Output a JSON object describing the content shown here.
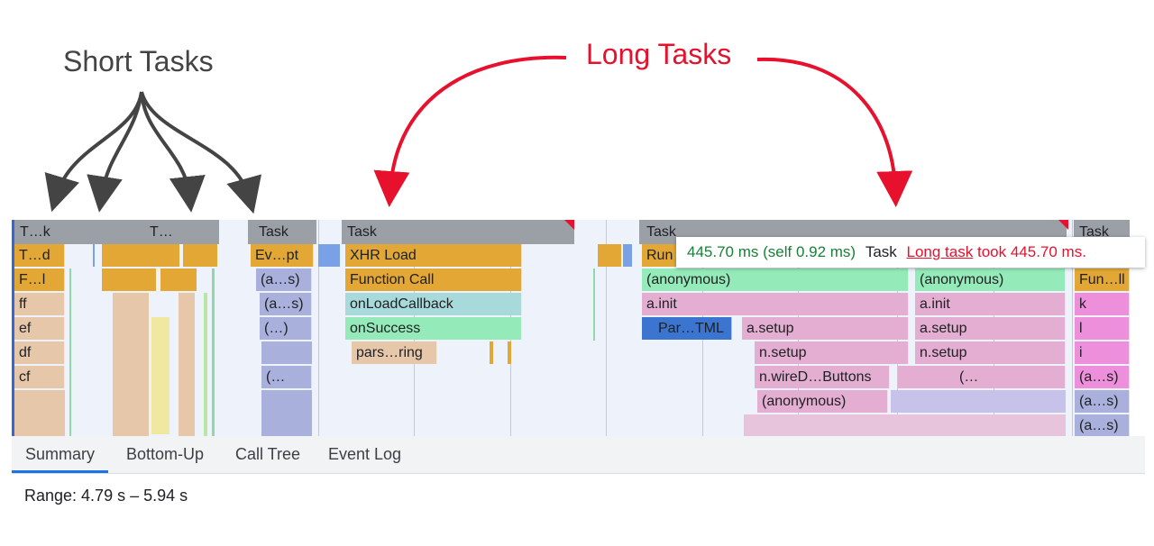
{
  "annotations": {
    "short_tasks": "Short Tasks",
    "long_tasks": "Long Tasks",
    "short_color": "#444444",
    "long_color": "#e8112d"
  },
  "flame": {
    "task_labels": [
      "T…k",
      "T…",
      "Task",
      "Task",
      "Task",
      "Task"
    ],
    "row_labels": [
      "T…d",
      "F…l",
      "ff",
      "ef",
      "df",
      "cf"
    ],
    "task2": {
      "ev": "Ev…pt",
      "a1": "(a…s)",
      "a2": "(a…s)",
      "a3": "(…)",
      "a4": "(…"
    },
    "task3": {
      "xhr": "XHR Load",
      "func": "Function Call",
      "onload": "onLoadCallback",
      "onsuccess": "onSuccess",
      "pars": "pars…ring"
    },
    "task4": {
      "run": "Run",
      "anon1": "(anonymous)",
      "anon2": "(anonymous)",
      "init1": "a.init",
      "init2": "a.init",
      "parhtml": "Par…TML",
      "setup1": "a.setup",
      "setup2": "a.setup",
      "nsetup1": "n.setup",
      "nsetup2": "n.setup",
      "wire": "n.wireD…Buttons",
      "paren": "(…",
      "anon3": "(anonymous)"
    },
    "task5": {
      "funll": "Fun…ll",
      "k": "k",
      "l": "l",
      "i": "i",
      "as1": "(a…s)",
      "as2": "(a…s)",
      "as3": "(a…s)"
    }
  },
  "tooltip": {
    "duration": "445.70 ms (self 0.92 ms)",
    "name": "Task",
    "link": "Long task",
    "suffix": "took 445.70 ms."
  },
  "tabs": [
    "Summary",
    "Bottom-Up",
    "Call Tree",
    "Event Log"
  ],
  "active_tab": "Summary",
  "range": "Range: 4.79 s – 5.94 s"
}
